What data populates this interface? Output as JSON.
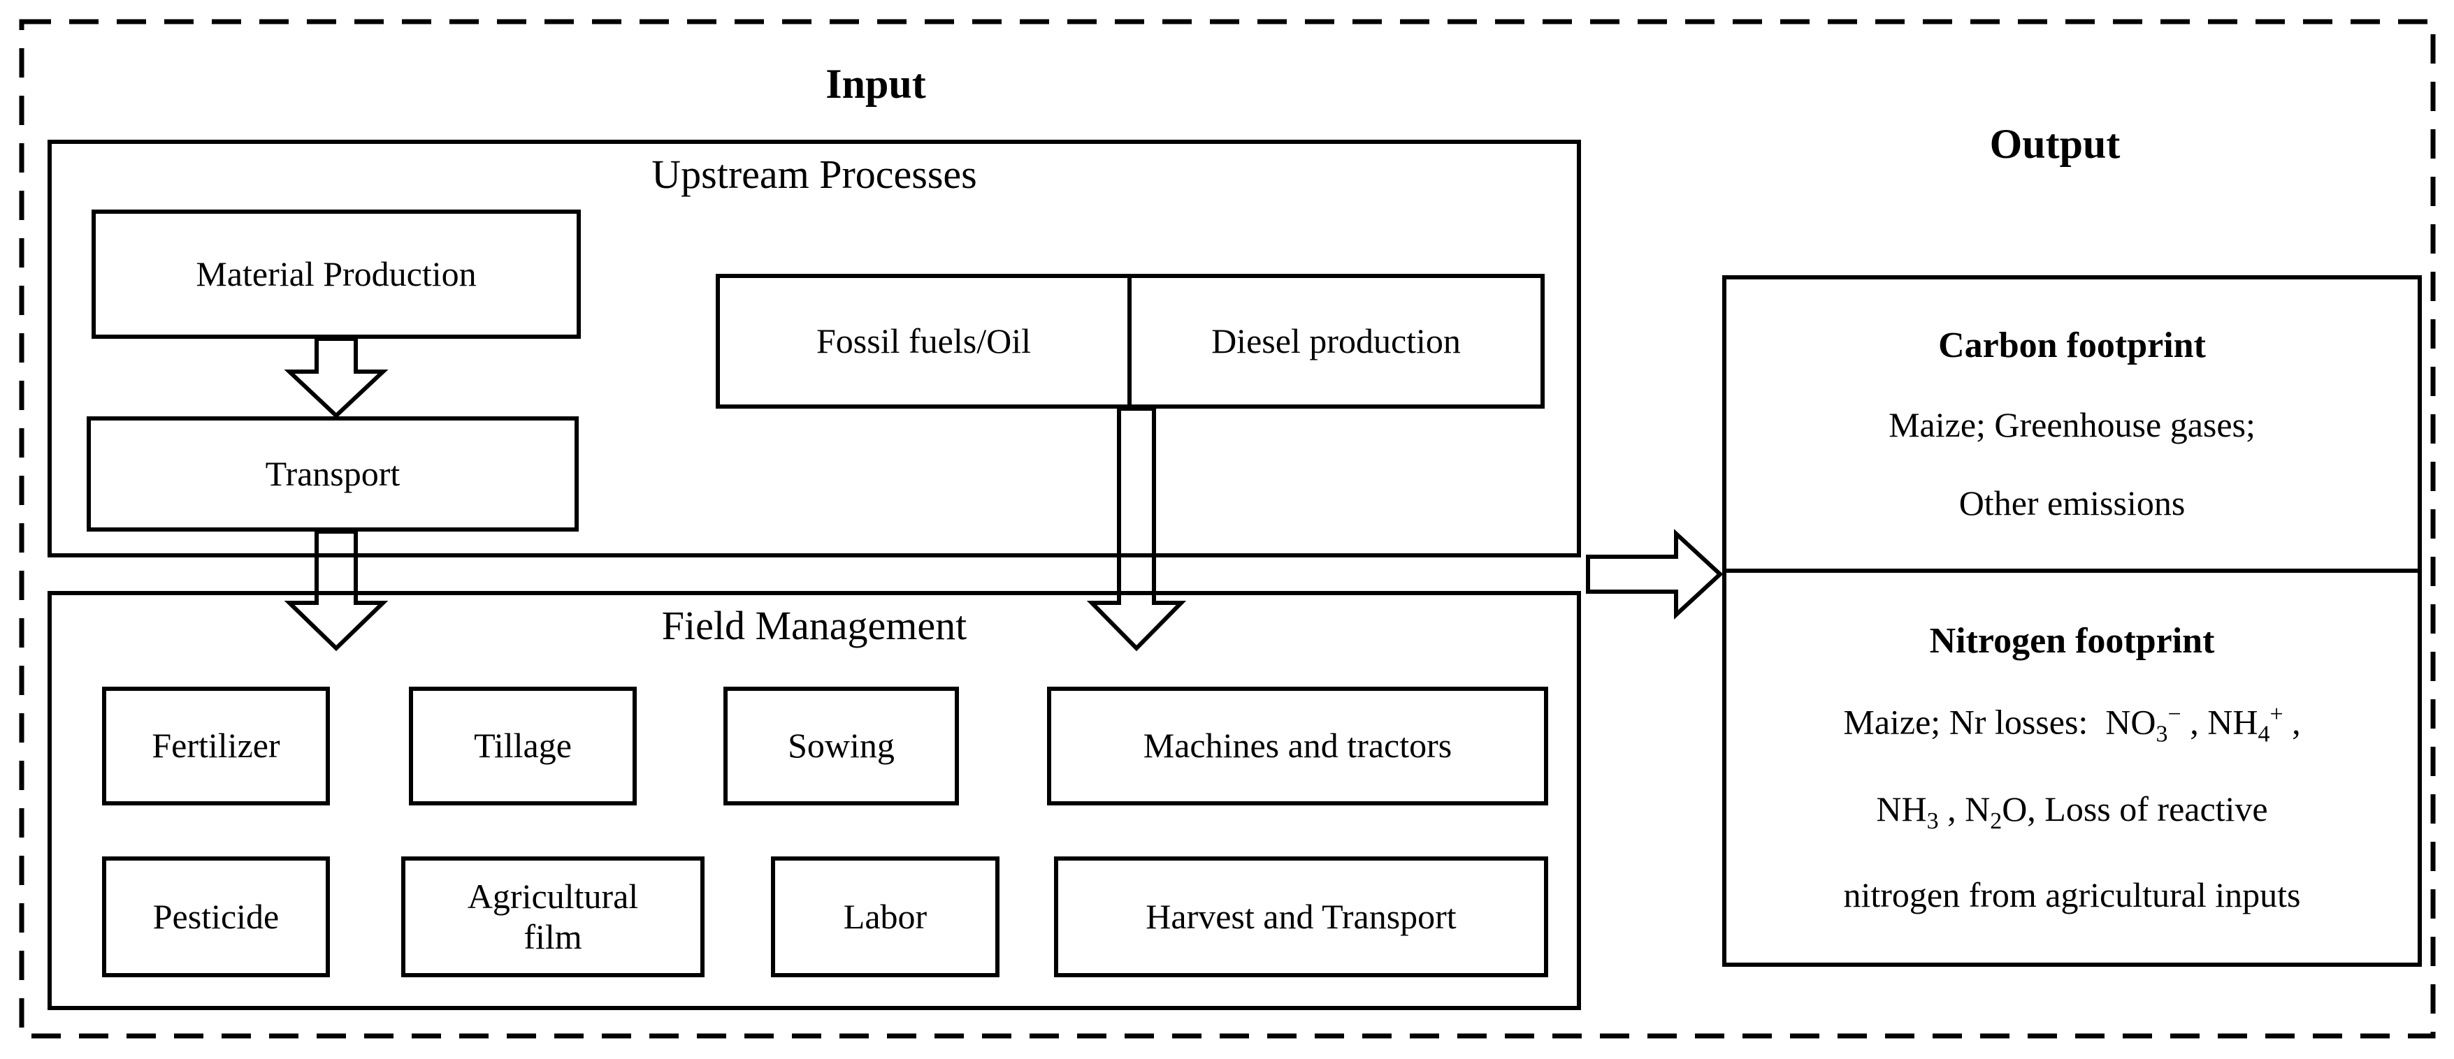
{
  "colors": {
    "ink": "#000000",
    "paper": "#ffffff"
  },
  "input": {
    "title": "Input",
    "upstream": {
      "title": "Upstream Processes",
      "material_production": "Material Production",
      "transport": "Transport",
      "fossil_fuels": "Fossil fuels/Oil",
      "diesel_production": "Diesel production"
    },
    "field": {
      "title": "Field Management",
      "row1": [
        "Fertilizer",
        "Tillage",
        "Sowing",
        "Machines and tractors"
      ],
      "row2": [
        "Pesticide",
        "Agricultural film",
        "Labor",
        "Harvest and Transport"
      ]
    }
  },
  "output": {
    "title": "Output",
    "carbon": {
      "heading": "Carbon footprint",
      "line1": "Maize; Greenhouse gases;",
      "line2": "Other emissions"
    },
    "nitrogen": {
      "heading": "Nitrogen footprint",
      "line1": [
        [
          "t",
          "Maize; Nr losses:  NO"
        ],
        [
          "sub",
          "3"
        ],
        [
          "sup",
          "−"
        ],
        [
          "t",
          " , NH"
        ],
        [
          "sub",
          "4"
        ],
        [
          "sup",
          "+"
        ],
        [
          "t",
          " ,"
        ]
      ],
      "line2": [
        [
          "t",
          "NH"
        ],
        [
          "sub",
          "3"
        ],
        [
          "t",
          " , N"
        ],
        [
          "sub",
          "2"
        ],
        [
          "t",
          "O, Loss of reactive"
        ]
      ],
      "line3": "nitrogen from agricultural inputs"
    }
  }
}
